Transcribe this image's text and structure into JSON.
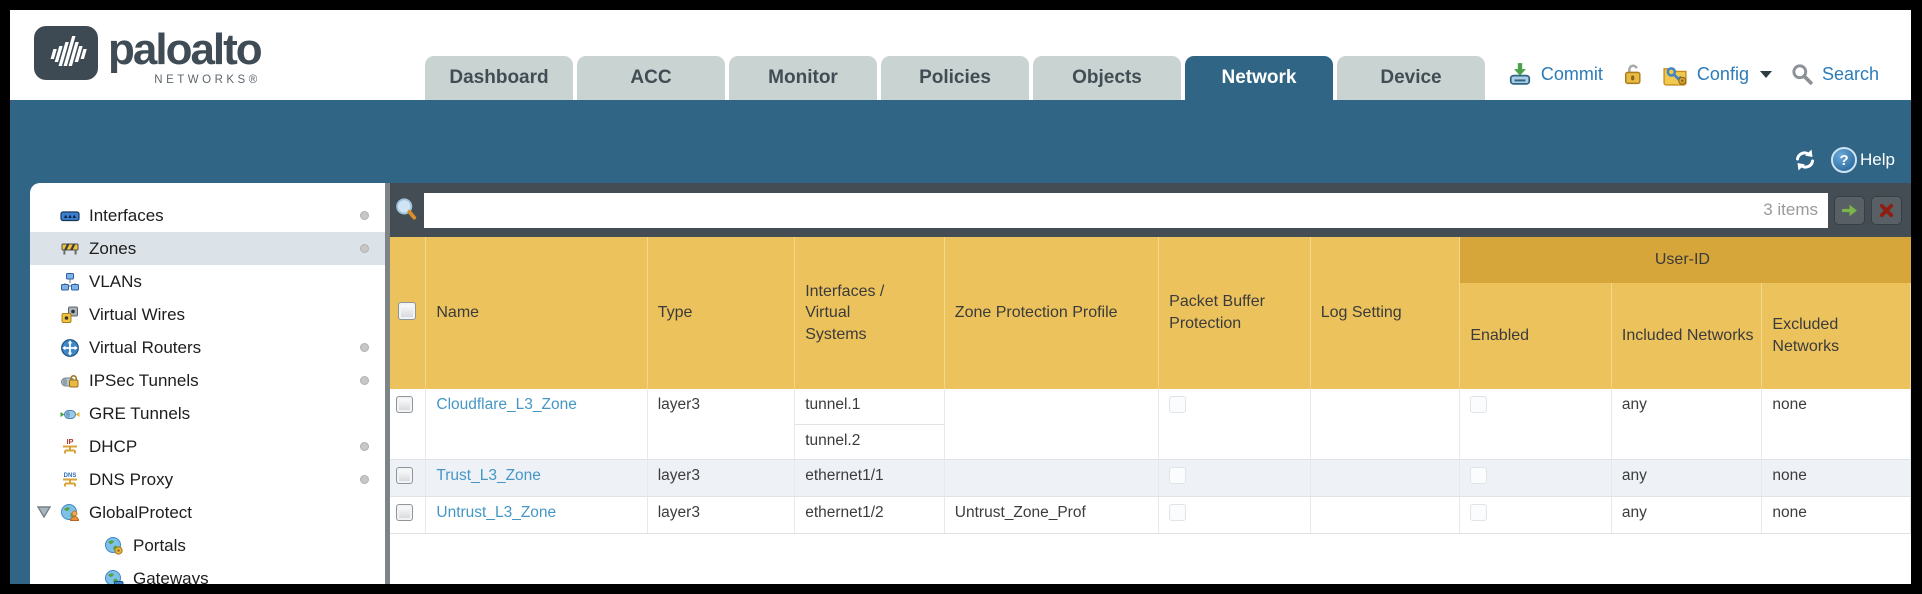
{
  "brand": {
    "word": "paloalto",
    "sub": "NETWORKS®"
  },
  "nav": {
    "tabs": [
      {
        "label": "Dashboard",
        "active": false
      },
      {
        "label": "ACC",
        "active": false
      },
      {
        "label": "Monitor",
        "active": false
      },
      {
        "label": "Policies",
        "active": false
      },
      {
        "label": "Objects",
        "active": false
      },
      {
        "label": "Network",
        "active": true
      },
      {
        "label": "Device",
        "active": false
      }
    ],
    "actions": {
      "commit": "Commit",
      "config": "Config",
      "search": "Search"
    }
  },
  "band": {
    "help": "Help",
    "help_qmark": "?"
  },
  "sidebar": {
    "items": [
      {
        "label": "Interfaces",
        "dot": true
      },
      {
        "label": "Zones",
        "dot": true,
        "selected": true
      },
      {
        "label": "VLANs"
      },
      {
        "label": "Virtual Wires"
      },
      {
        "label": "Virtual Routers",
        "dot": true
      },
      {
        "label": "IPSec Tunnels",
        "dot": true
      },
      {
        "label": "GRE Tunnels"
      },
      {
        "label": "DHCP",
        "dot": true,
        "badge": "IP"
      },
      {
        "label": "DNS Proxy",
        "dot": true,
        "badge": "DNS"
      },
      {
        "label": "GlobalProtect",
        "expanded": true
      },
      {
        "label": "Portals",
        "sub": true
      },
      {
        "label": "Gateways",
        "sub": true
      }
    ]
  },
  "filter": {
    "value": "",
    "count": "3 items"
  },
  "table": {
    "group_header": "User-ID",
    "columns": [
      "Name",
      "Type",
      "Interfaces / Virtual Systems",
      "Zone Protection Profile",
      "Packet Buffer Protection",
      "Log Setting",
      "Enabled",
      "Included Networks",
      "Excluded Networks"
    ],
    "rows": [
      {
        "name": "Cloudflare_L3_Zone",
        "type": "layer3",
        "interfaces": [
          "tunnel.1",
          "tunnel.2"
        ],
        "zone_protection_profile": "",
        "log_setting": "",
        "included_networks": "any",
        "excluded_networks": "none"
      },
      {
        "name": "Trust_L3_Zone",
        "type": "layer3",
        "interfaces": [
          "ethernet1/1"
        ],
        "zone_protection_profile": "",
        "log_setting": "",
        "included_networks": "any",
        "excluded_networks": "none"
      },
      {
        "name": "Untrust_L3_Zone",
        "type": "layer3",
        "interfaces": [
          "ethernet1/2"
        ],
        "zone_protection_profile": "Untrust_Zone_Prof",
        "log_setting": "",
        "included_networks": "any",
        "excluded_networks": "none"
      }
    ]
  },
  "colors": {
    "teal": "#306585",
    "amber_header": "#ecc25c",
    "amber_group": "#d7a63b",
    "filter_bar": "#454d54",
    "link_blue": "#4596c5",
    "action_blue": "#2c7bb9"
  }
}
